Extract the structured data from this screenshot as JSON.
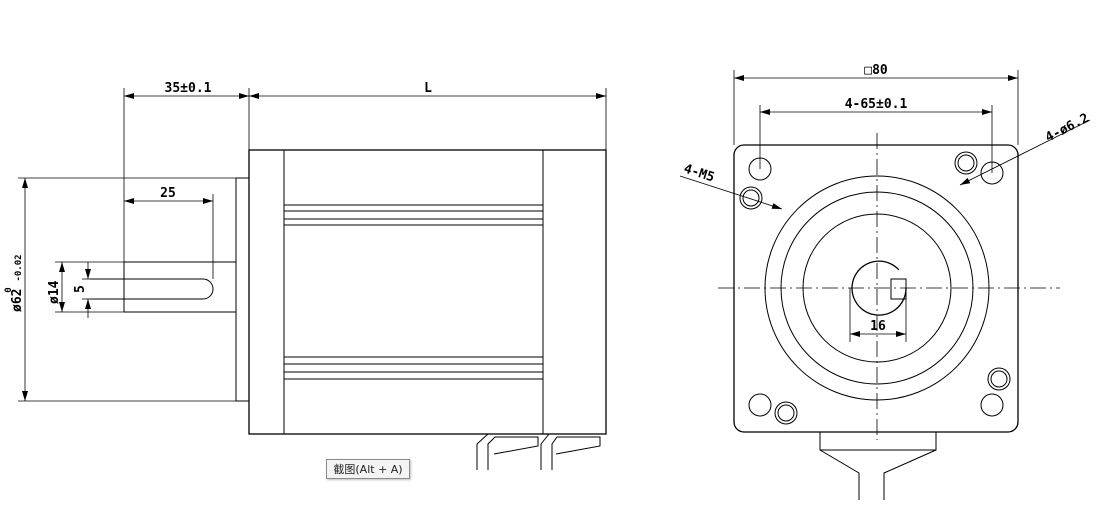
{
  "side_view": {
    "dim_shaft_length": "35±0.1",
    "dim_body_length": "L",
    "dim_key_length": "25",
    "dim_pilot_dia_main": "ø62",
    "dim_pilot_tol_upper": "0",
    "dim_pilot_tol_lower": "-0.02",
    "dim_shaft_dia": "ø14",
    "dim_key_width": "5"
  },
  "front_view": {
    "dim_flange_square": "□80",
    "dim_hole_spacing": "4-65±0.1",
    "dim_through_holes": "4-ø6.2",
    "dim_threaded_holes": "4-M5",
    "dim_flat_width": "16"
  },
  "tooltip": {
    "text": "截图(Alt + A)"
  }
}
